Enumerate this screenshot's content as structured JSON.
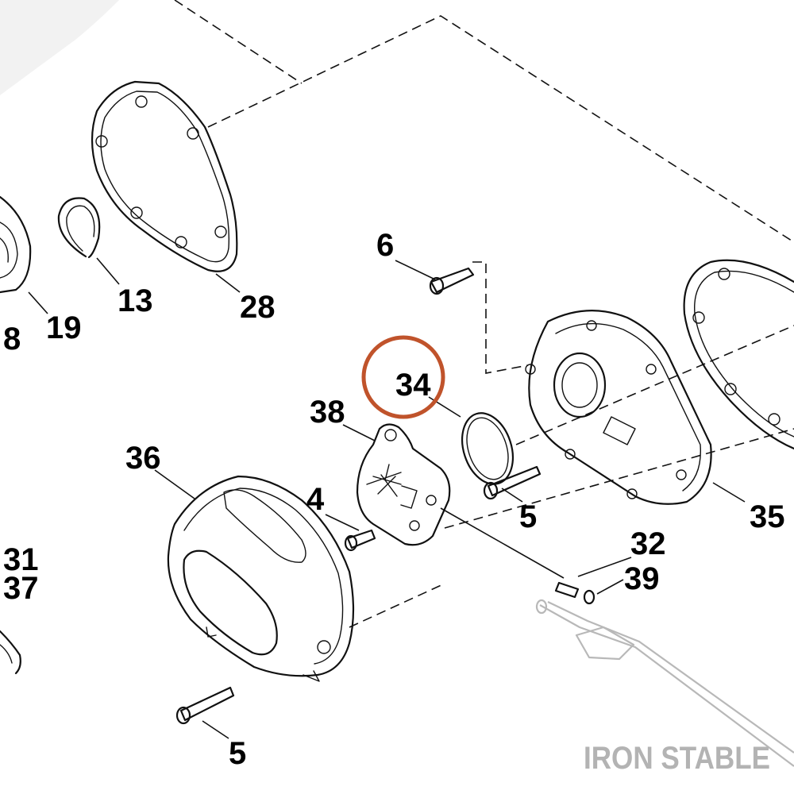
{
  "callouts": {
    "c6": "6",
    "c13": "13",
    "c19": "19",
    "c8": "8",
    "c28": "28",
    "c34": "34",
    "c38": "38",
    "c36": "36",
    "c4": "4",
    "c5a": "5",
    "c35": "35",
    "c32": "32",
    "c39": "39",
    "c31": "31",
    "c37": "37",
    "c5b": "5"
  },
  "watermark": "IRON STABLE",
  "colors": {
    "highlight_ring": "#c0532b",
    "watermark": "#b3b3b3",
    "line": "#111111",
    "ghost_part": "#b8b8b8"
  },
  "highlighted_callout": "34"
}
